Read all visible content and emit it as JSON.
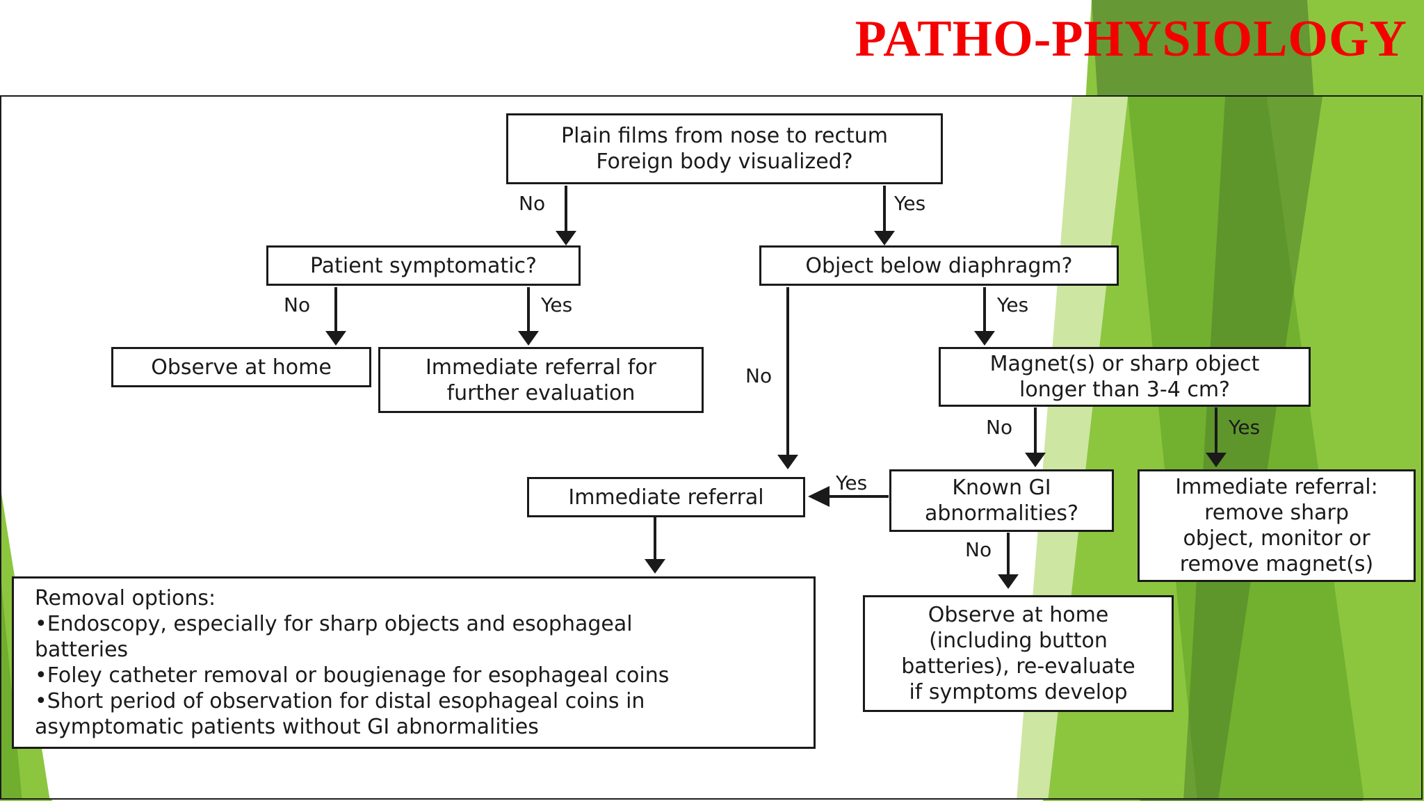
{
  "slide": {
    "title": "PATHO-PHYSIOLOGY",
    "accent_color": "#f40000",
    "theme_colors": [
      "#8cc63f",
      "#6fae2e",
      "#b8dc7a",
      "#4e7f2a"
    ]
  },
  "flowchart": {
    "start": {
      "line1": "Plain films from nose to rectum",
      "line2": "Foreign body visualized?"
    },
    "symptomatic": {
      "text": "Patient symptomatic?"
    },
    "diaphragm": {
      "text": "Object below diaphragm?"
    },
    "observe_home": {
      "text": "Observe at home"
    },
    "referral_further": {
      "line1": "Immediate referral for",
      "line2": "further evaluation"
    },
    "magnet": {
      "line1": "Magnet(s) or sharp object",
      "line2": "longer than 3-4 cm?"
    },
    "immediate_referral": {
      "text": "Immediate referral"
    },
    "known_gi": {
      "line1": "Known GI",
      "line2": "abnormalities?"
    },
    "referral_sharp": {
      "lines": [
        "Immediate referral:",
        "remove sharp",
        "object, monitor or",
        "remove magnet(s)"
      ]
    },
    "removal": {
      "lines": [
        "Removal options:",
        "•Endoscopy, especially for sharp objects and esophageal",
        "batteries",
        "•Foley catheter removal or bougienage for esophageal coins",
        "•Short period of observation for distal esophageal coins in",
        "asymptomatic patients without GI abnormalities"
      ]
    },
    "observe_batteries": {
      "lines": [
        "Observe at home",
        "(including button",
        "batteries), re-evaluate",
        "if symptoms develop"
      ]
    },
    "labels": {
      "start_no": "No",
      "start_yes": "Yes",
      "symp_no": "No",
      "symp_yes": "Yes",
      "diaph_no": "No",
      "diaph_yes": "Yes",
      "magnet_no": "No",
      "magnet_yes": "Yes",
      "gi_yes": "Yes",
      "gi_no": "No"
    }
  }
}
